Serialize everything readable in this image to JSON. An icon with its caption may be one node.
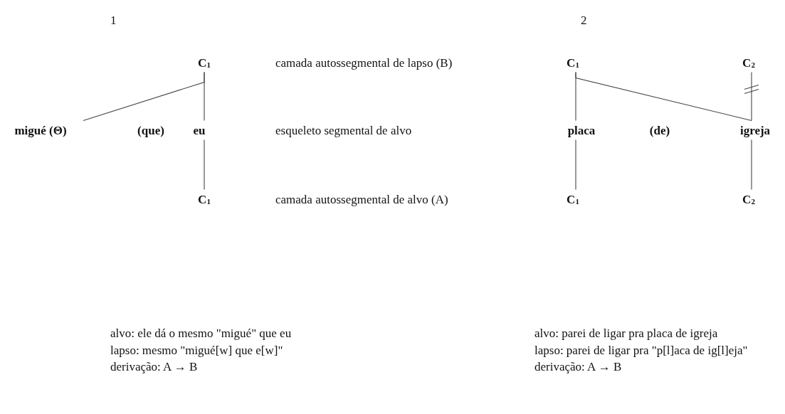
{
  "diagram": {
    "nodes": [
      {
        "text": [
          "C$_{1}$"
        ]
      },
      {
        "text": [
          "migué (Θ)"
        ]
      },
      {
        "text": [
          "eu"
        ]
      },
      {
        "text": [
          "C$_{1}$"
        ]
      },
      {
        "text": [
          "C$_{1}$"
        ]
      },
      {
        "text": [
          "C$_{2}$"
        ]
      },
      {
        "text": [
          "placa"
        ]
      },
      {
        "text": [
          "igreja"
        ]
      },
      {
        "text": [
          "C$_{1}$"
        ]
      },
      {
        "text": [
          "C$_{2}$"
        ]
      }
    ],
    "edges": [
      {
        "from": 0,
        "to": 1,
        "arrow": "none"
      },
      {
        "from": 0,
        "to": 2,
        "arrow": "none"
      },
      {
        "from": 2,
        "to": 3,
        "arrow": "none"
      },
      {
        "from": 4,
        "to": 6,
        "arrow": "none"
      },
      {
        "from": 4,
        "to": 7,
        "arrow": "none"
      },
      {
        "from": 5,
        "to": 7,
        "arrow": "none"
      },
      {
        "from": 6,
        "to": 8,
        "arrow": "none"
      },
      {
        "from": 7,
        "to": 9,
        "arrow": "none"
      }
    ],
    "labels": [
      "1",
      "2",
      "camada autossegmental de lapso (B)",
      "(que)",
      "esqueleto segmental de alvo",
      "(de)",
      "camada autossegmental de alvo (A)",
      "alvo: ele dá o mesmo \"migué\" que eu",
      "lapso: mesmo \"migué[w] que e[w]\"",
      "derivação: A → B",
      "alvo: parei de ligar pra placa de igreja",
      "lapso: parei de ligar pra \"p[l]aca de ig[l]eja\"",
      "derivação: A → B"
    ]
  }
}
